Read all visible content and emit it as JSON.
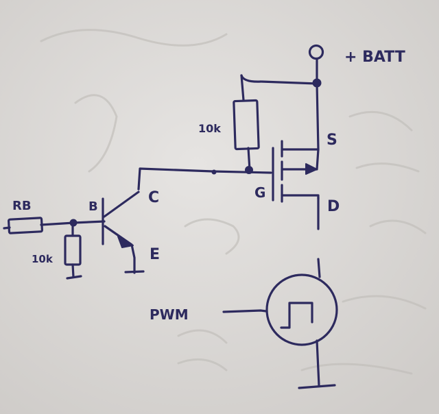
{
  "diagram": {
    "labels": {
      "supply": "+ BATT",
      "rb": "RB",
      "r_base_pulldown": "10k",
      "r_gate_pullup": "10k",
      "base": "B",
      "collector": "C",
      "emitter": "E",
      "gate": "G",
      "source": "S",
      "drain": "D",
      "pwm": "PWM"
    }
  },
  "colors": {
    "paper": "#dcdad8",
    "ink": "#2d2a5e"
  }
}
